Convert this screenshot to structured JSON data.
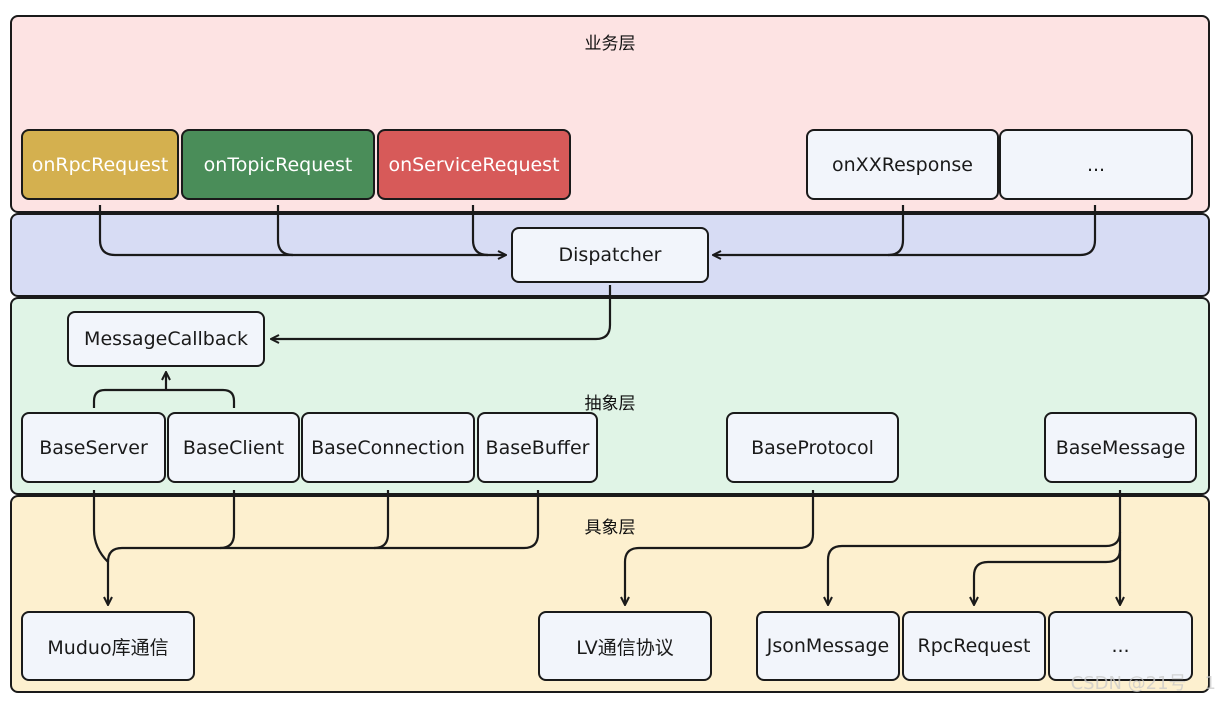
{
  "layers": {
    "business": "业务层",
    "abstract": "抽象层",
    "concrete": "具象层"
  },
  "business_nodes": {
    "on_rpc_request": "onRpcRequest",
    "on_topic_request": "onTopicRequest",
    "on_service_request": "onServiceRequest",
    "on_xx_response": "onXXResponse",
    "more": "..."
  },
  "dispatch_node": "Dispatcher",
  "abstract_nodes": {
    "message_callback": "MessageCallback",
    "base_server": "BaseServer",
    "base_client": "BaseClient",
    "base_connection": "BaseConnection",
    "base_buffer": "BaseBuffer",
    "base_protocol": "BaseProtocol",
    "base_message": "BaseMessage"
  },
  "concrete_nodes": {
    "muduo": "Muduo库通信",
    "lv_protocol": "LV通信协议",
    "json_message": "JsonMessage",
    "rpc_request": "RpcRequest",
    "more": "..."
  },
  "colors": {
    "business_bg": "#fde3e3",
    "dispatch_bg": "#d7dcf4",
    "abstract_bg": "#e0f4e6",
    "concrete_bg": "#fdf0cf",
    "rpc_request": "#d4b04f",
    "topic_request": "#4a8d59",
    "service_request": "#d75a59"
  },
  "watermark": "CSDN @21号　1"
}
